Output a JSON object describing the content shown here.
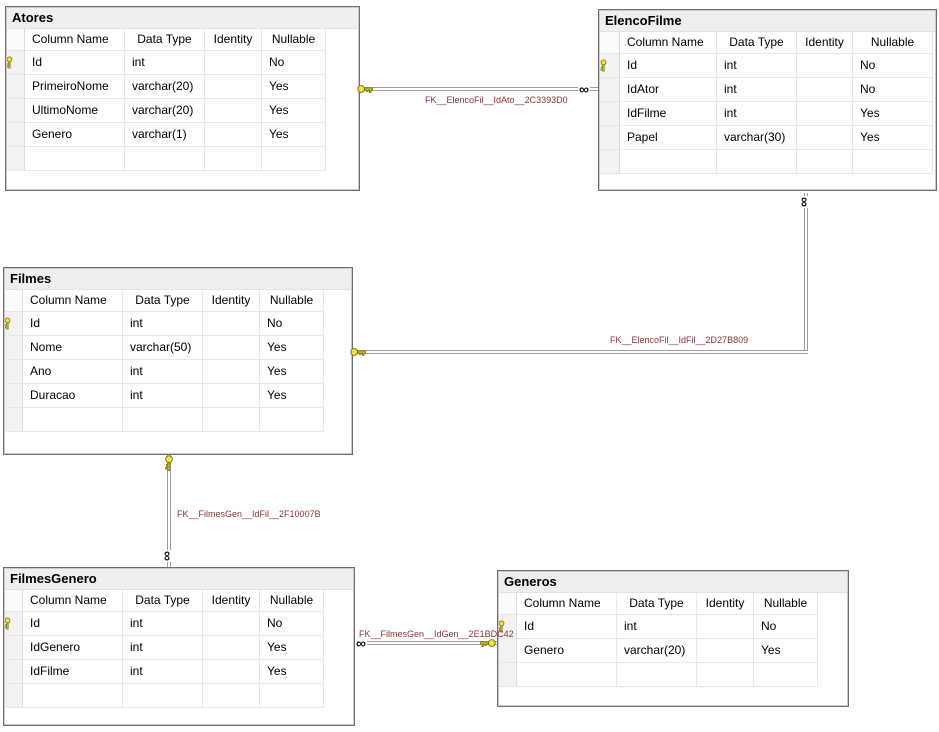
{
  "grid_headers": [
    "Column Name",
    "Data Type",
    "Identity",
    "Nullable"
  ],
  "tables": [
    {
      "title": "Atores",
      "rows": [
        {
          "name": "Id",
          "type": "int",
          "identity": "",
          "nullable": "No",
          "pk": true
        },
        {
          "name": "PrimeiroNome",
          "type": "varchar(20)",
          "identity": "",
          "nullable": "Yes",
          "pk": false
        },
        {
          "name": "UltimoNome",
          "type": "varchar(20)",
          "identity": "",
          "nullable": "Yes",
          "pk": false
        },
        {
          "name": "Genero",
          "type": "varchar(1)",
          "identity": "",
          "nullable": "Yes",
          "pk": false
        }
      ]
    },
    {
      "title": "ElencoFilme",
      "rows": [
        {
          "name": "Id",
          "type": "int",
          "identity": "",
          "nullable": "No",
          "pk": true
        },
        {
          "name": "IdAtor",
          "type": "int",
          "identity": "",
          "nullable": "No",
          "pk": false
        },
        {
          "name": "IdFilme",
          "type": "int",
          "identity": "",
          "nullable": "Yes",
          "pk": false
        },
        {
          "name": "Papel",
          "type": "varchar(30)",
          "identity": "",
          "nullable": "Yes",
          "pk": false
        }
      ]
    },
    {
      "title": "Filmes",
      "rows": [
        {
          "name": "Id",
          "type": "int",
          "identity": "",
          "nullable": "No",
          "pk": true
        },
        {
          "name": "Nome",
          "type": "varchar(50)",
          "identity": "",
          "nullable": "Yes",
          "pk": false
        },
        {
          "name": "Ano",
          "type": "int",
          "identity": "",
          "nullable": "Yes",
          "pk": false
        },
        {
          "name": "Duracao",
          "type": "int",
          "identity": "",
          "nullable": "Yes",
          "pk": false
        }
      ]
    },
    {
      "title": "FilmesGenero",
      "rows": [
        {
          "name": "Id",
          "type": "int",
          "identity": "",
          "nullable": "No",
          "pk": true
        },
        {
          "name": "IdGenero",
          "type": "int",
          "identity": "",
          "nullable": "Yes",
          "pk": false
        },
        {
          "name": "IdFilme",
          "type": "int",
          "identity": "",
          "nullable": "Yes",
          "pk": false
        }
      ]
    },
    {
      "title": "Generos",
      "rows": [
        {
          "name": "Id",
          "type": "int",
          "identity": "",
          "nullable": "No",
          "pk": true
        },
        {
          "name": "Genero",
          "type": "varchar(20)",
          "identity": "",
          "nullable": "Yes",
          "pk": false
        }
      ]
    }
  ],
  "relationships": [
    {
      "label": "FK__ElencoFil__IdAto__2C3393D0",
      "one_side": "Atores",
      "many_side": "ElencoFilme"
    },
    {
      "label": "FK__ElencoFil__IdFil__2D27B809",
      "one_side": "Filmes",
      "many_side": "ElencoFilme"
    },
    {
      "label": "FK__FilmesGen__IdFil__2F10007B",
      "one_side": "Filmes",
      "many_side": "FilmesGenero"
    },
    {
      "label": "FK__FilmesGen__IdGen__2E1BDC42",
      "one_side": "Generos",
      "many_side": "FilmesGenero"
    }
  ],
  "icons": {
    "primary_key": "key-icon",
    "many_end": "∞"
  },
  "colors": {
    "background": "#ffffff",
    "table_title_bg": "#efefef",
    "table_border": "#6e6e6e",
    "grid_line": "#e7e7e7",
    "relationship_line": "#9d9d9d",
    "relationship_label": "#8b3232",
    "key_yellow": "#efe53a"
  }
}
